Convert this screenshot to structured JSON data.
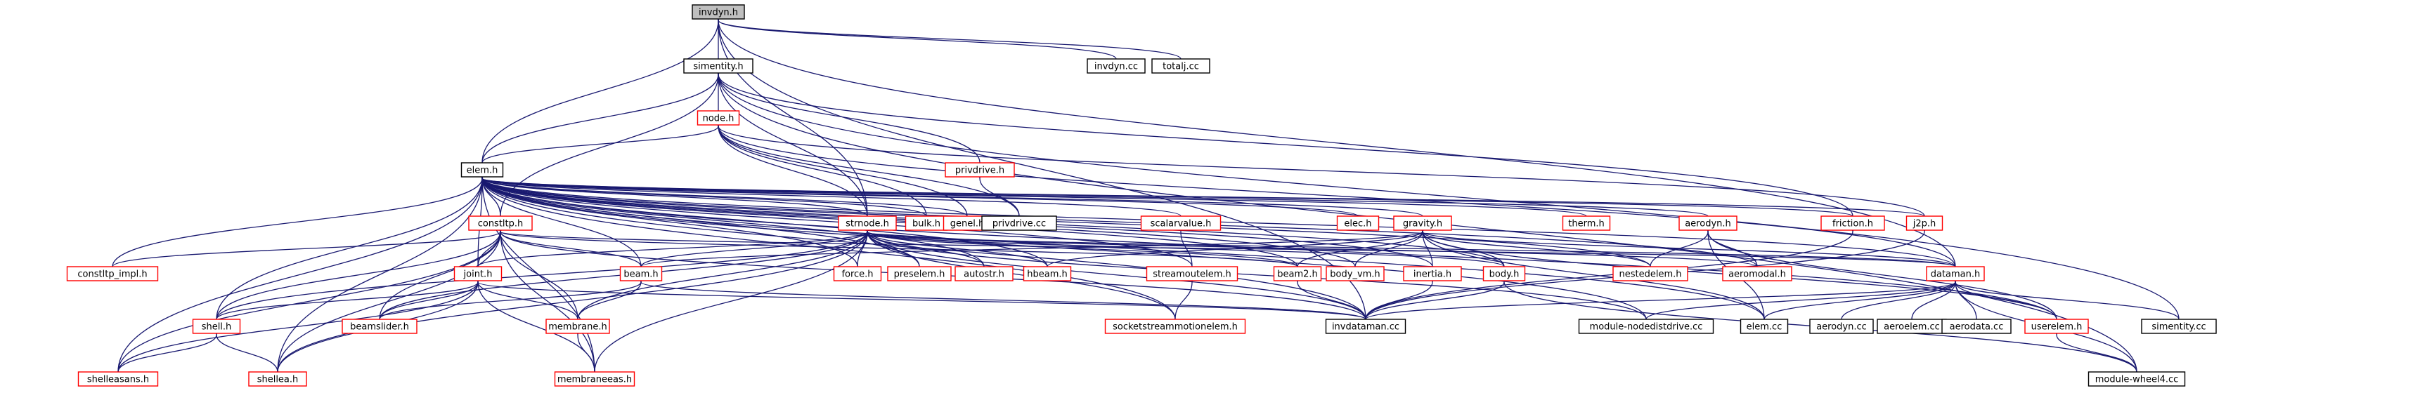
{
  "colors": {
    "edge": "#191970",
    "current_fill": "#bfbfbf",
    "current_border": "#000000",
    "link_border": "#ff0000",
    "plain_border": "#000000",
    "node_fill": "#ffffff"
  },
  "graph": {
    "nodes": [
      {
        "id": "invdyn_h",
        "label": "invdyn.h",
        "style": "current"
      },
      {
        "id": "simentity_h",
        "label": "simentity.h",
        "style": "plain"
      },
      {
        "id": "invdyn_cc",
        "label": "invdyn.cc",
        "style": "plain"
      },
      {
        "id": "totalj_cc",
        "label": "totalj.cc",
        "style": "plain"
      },
      {
        "id": "node_h",
        "label": "node.h",
        "style": "link"
      },
      {
        "id": "privdrive_h",
        "label": "privdrive.h",
        "style": "link"
      },
      {
        "id": "elem_h",
        "label": "elem.h",
        "style": "plain"
      },
      {
        "id": "bulk_h",
        "label": "bulk.h",
        "style": "link"
      },
      {
        "id": "genel_h",
        "label": "genel.h",
        "style": "link"
      },
      {
        "id": "privdrive_cc",
        "label": "privdrive.cc",
        "style": "plain"
      },
      {
        "id": "constltp_h",
        "label": "constltp.h",
        "style": "link"
      },
      {
        "id": "strnode_h",
        "label": "strnode.h",
        "style": "link"
      },
      {
        "id": "scalarvalue_h",
        "label": "scalarvalue.h",
        "style": "link"
      },
      {
        "id": "elec_h",
        "label": "elec.h",
        "style": "link"
      },
      {
        "id": "gravity_h",
        "label": "gravity.h",
        "style": "link"
      },
      {
        "id": "therm_h",
        "label": "therm.h",
        "style": "link"
      },
      {
        "id": "aerodyn_h",
        "label": "aerodyn.h",
        "style": "link"
      },
      {
        "id": "friction_h",
        "label": "friction.h",
        "style": "link"
      },
      {
        "id": "j2p_h",
        "label": "j2p.h",
        "style": "link"
      },
      {
        "id": "constltp_impl_h",
        "label": "constltp_impl.h",
        "style": "link"
      },
      {
        "id": "joint_h",
        "label": "joint.h",
        "style": "link"
      },
      {
        "id": "beam_h",
        "label": "beam.h",
        "style": "link"
      },
      {
        "id": "force_h",
        "label": "force.h",
        "style": "link"
      },
      {
        "id": "preselem_h",
        "label": "preselem.h",
        "style": "link"
      },
      {
        "id": "autostr_h",
        "label": "autostr.h",
        "style": "link"
      },
      {
        "id": "hbeam_h",
        "label": "hbeam.h",
        "style": "link"
      },
      {
        "id": "streamoutelem_h",
        "label": "streamoutelem.h",
        "style": "link"
      },
      {
        "id": "beam2_h",
        "label": "beam2.h",
        "style": "link"
      },
      {
        "id": "body_vm_h",
        "label": "body_vm.h",
        "style": "link"
      },
      {
        "id": "inertia_h",
        "label": "inertia.h",
        "style": "link"
      },
      {
        "id": "body_h",
        "label": "body.h",
        "style": "link"
      },
      {
        "id": "nestedelem_h",
        "label": "nestedelem.h",
        "style": "link"
      },
      {
        "id": "aeromodal_h",
        "label": "aeromodal.h",
        "style": "link"
      },
      {
        "id": "dataman_h",
        "label": "dataman.h",
        "style": "link"
      },
      {
        "id": "shell_h",
        "label": "shell.h",
        "style": "link"
      },
      {
        "id": "beamslider_h",
        "label": "beamslider.h",
        "style": "link"
      },
      {
        "id": "membrane_h",
        "label": "membrane.h",
        "style": "link"
      },
      {
        "id": "socketstreammotionelem_h",
        "label": "socketstreammotionelem.h",
        "style": "link"
      },
      {
        "id": "invdataman_cc",
        "label": "invdataman.cc",
        "style": "plain"
      },
      {
        "id": "module_nodedistdrive_cc",
        "label": "module-nodedistdrive.cc",
        "style": "plain"
      },
      {
        "id": "elem_cc",
        "label": "elem.cc",
        "style": "plain"
      },
      {
        "id": "aerodyn_cc",
        "label": "aerodyn.cc",
        "style": "plain"
      },
      {
        "id": "aeroelem_cc",
        "label": "aeroelem.cc",
        "style": "plain"
      },
      {
        "id": "aerodata_cc",
        "label": "aerodata.cc",
        "style": "plain"
      },
      {
        "id": "userelem_h",
        "label": "userelem.h",
        "style": "link"
      },
      {
        "id": "simentity_cc",
        "label": "simentity.cc",
        "style": "plain"
      },
      {
        "id": "shelleasans_h",
        "label": "shelleasans.h",
        "style": "link"
      },
      {
        "id": "shellea_h",
        "label": "shellea.h",
        "style": "link"
      },
      {
        "id": "membraneeas_h",
        "label": "membraneeas.h",
        "style": "link"
      },
      {
        "id": "module_wheel4_cc",
        "label": "module-wheel4.cc",
        "style": "plain"
      }
    ],
    "edges": [
      [
        "invdyn_h",
        "simentity_h"
      ],
      [
        "invdyn_h",
        "invdyn_cc"
      ],
      [
        "invdyn_h",
        "totalj_cc"
      ],
      [
        "invdyn_h",
        "elem_h"
      ],
      [
        "invdyn_h",
        "invdataman_cc"
      ],
      [
        "invdyn_h",
        "dataman_h"
      ],
      [
        "invdyn_h",
        "strnode_h"
      ],
      [
        "simentity_h",
        "node_h"
      ],
      [
        "simentity_h",
        "privdrive_h"
      ],
      [
        "simentity_h",
        "elem_h"
      ],
      [
        "simentity_h",
        "simentity_cc"
      ],
      [
        "simentity_h",
        "module_wheel4_cc"
      ],
      [
        "simentity_h",
        "friction_h"
      ],
      [
        "simentity_h",
        "strnode_h"
      ],
      [
        "simentity_h",
        "constltp_h"
      ],
      [
        "node_h",
        "elem_h"
      ],
      [
        "node_h",
        "bulk_h"
      ],
      [
        "node_h",
        "genel_h"
      ],
      [
        "node_h",
        "privdrive_cc"
      ],
      [
        "node_h",
        "j2p_h"
      ],
      [
        "node_h",
        "dataman_h"
      ],
      [
        "node_h",
        "strnode_h"
      ],
      [
        "privdrive_h",
        "privdrive_cc"
      ],
      [
        "elem_h",
        "constltp_h"
      ],
      [
        "elem_h",
        "strnode_h"
      ],
      [
        "elem_h",
        "scalarvalue_h"
      ],
      [
        "elem_h",
        "elec_h"
      ],
      [
        "elem_h",
        "gravity_h"
      ],
      [
        "elem_h",
        "therm_h"
      ],
      [
        "elem_h",
        "aerodyn_h"
      ],
      [
        "elem_h",
        "bulk_h"
      ],
      [
        "elem_h",
        "genel_h"
      ],
      [
        "elem_h",
        "j2p_h"
      ],
      [
        "elem_h",
        "dataman_h"
      ],
      [
        "elem_h",
        "userelem_h"
      ],
      [
        "elem_h",
        "elem_cc"
      ],
      [
        "elem_h",
        "module_nodedistdrive_cc"
      ],
      [
        "elem_h",
        "invdataman_cc"
      ],
      [
        "elem_h",
        "beam_h"
      ],
      [
        "elem_h",
        "joint_h"
      ],
      [
        "elem_h",
        "shell_h"
      ],
      [
        "elem_h",
        "shelleasans_h"
      ],
      [
        "elem_h",
        "shellea_h"
      ],
      [
        "elem_h",
        "membraneeas_h"
      ],
      [
        "elem_h",
        "force_h"
      ],
      [
        "elem_h",
        "preselem_h"
      ],
      [
        "elem_h",
        "autostr_h"
      ],
      [
        "elem_h",
        "hbeam_h"
      ],
      [
        "elem_h",
        "streamoutelem_h"
      ],
      [
        "elem_h",
        "beam2_h"
      ],
      [
        "elem_h",
        "body_vm_h"
      ],
      [
        "elem_h",
        "inertia_h"
      ],
      [
        "elem_h",
        "body_h"
      ],
      [
        "elem_h",
        "nestedelem_h"
      ],
      [
        "elem_h",
        "aeromodal_h"
      ],
      [
        "elem_h",
        "socketstreammotionelem_h"
      ],
      [
        "elem_h",
        "friction_h"
      ],
      [
        "elem_h",
        "constltp_impl_h"
      ],
      [
        "constltp_h",
        "constltp_impl_h"
      ],
      [
        "constltp_h",
        "joint_h"
      ],
      [
        "constltp_h",
        "beam_h"
      ],
      [
        "constltp_h",
        "shell_h"
      ],
      [
        "constltp_h",
        "beamslider_h"
      ],
      [
        "constltp_h",
        "membrane_h"
      ],
      [
        "constltp_h",
        "shelleasans_h"
      ],
      [
        "constltp_h",
        "shellea_h"
      ],
      [
        "constltp_h",
        "invdataman_cc"
      ],
      [
        "constltp_h",
        "dataman_h"
      ],
      [
        "constltp_h",
        "beam2_h"
      ],
      [
        "constltp_h",
        "membraneeas_h"
      ],
      [
        "strnode_h",
        "joint_h"
      ],
      [
        "strnode_h",
        "beam_h"
      ],
      [
        "strnode_h",
        "force_h"
      ],
      [
        "strnode_h",
        "preselem_h"
      ],
      [
        "strnode_h",
        "autostr_h"
      ],
      [
        "strnode_h",
        "hbeam_h"
      ],
      [
        "strnode_h",
        "beam2_h"
      ],
      [
        "strnode_h",
        "body_h"
      ],
      [
        "strnode_h",
        "dataman_h"
      ],
      [
        "strnode_h",
        "aeromodal_h"
      ],
      [
        "strnode_h",
        "shell_h"
      ],
      [
        "strnode_h",
        "membrane_h"
      ],
      [
        "strnode_h",
        "socketstreammotionelem_h"
      ],
      [
        "strnode_h",
        "invdataman_cc"
      ],
      [
        "strnode_h",
        "module_nodedistdrive_cc"
      ],
      [
        "strnode_h",
        "beamslider_h"
      ],
      [
        "strnode_h",
        "membraneeas_h"
      ],
      [
        "strnode_h",
        "shellea_h"
      ],
      [
        "scalarvalue_h",
        "streamoutelem_h"
      ],
      [
        "gravity_h",
        "beam_h"
      ],
      [
        "gravity_h",
        "beam2_h"
      ],
      [
        "gravity_h",
        "body_vm_h"
      ],
      [
        "gravity_h",
        "inertia_h"
      ],
      [
        "gravity_h",
        "body_h"
      ],
      [
        "gravity_h",
        "hbeam_h"
      ],
      [
        "gravity_h",
        "nestedelem_h"
      ],
      [
        "gravity_h",
        "elem_cc"
      ],
      [
        "gravity_h",
        "userelem_h"
      ],
      [
        "gravity_h",
        "dataman_h"
      ],
      [
        "aerodyn_h",
        "nestedelem_h"
      ],
      [
        "aerodyn_h",
        "aeromodal_h"
      ],
      [
        "aerodyn_h",
        "elem_cc"
      ],
      [
        "aerodyn_h",
        "userelem_h"
      ],
      [
        "friction_h",
        "invdataman_cc"
      ],
      [
        "j2p_h",
        "invdataman_cc"
      ],
      [
        "joint_h",
        "shell_h"
      ],
      [
        "joint_h",
        "beamslider_h"
      ],
      [
        "joint_h",
        "membrane_h"
      ],
      [
        "joint_h",
        "shelleasans_h"
      ],
      [
        "joint_h",
        "shellea_h"
      ],
      [
        "joint_h",
        "membraneeas_h"
      ],
      [
        "joint_h",
        "invdataman_cc"
      ],
      [
        "beam_h",
        "beamslider_h"
      ],
      [
        "beam_h",
        "membrane_h"
      ],
      [
        "beam_h",
        "invdataman_cc"
      ],
      [
        "streamoutelem_h",
        "socketstreammotionelem_h"
      ],
      [
        "beam2_h",
        "invdataman_cc"
      ],
      [
        "inertia_h",
        "invdataman_cc"
      ],
      [
        "body_h",
        "invdataman_cc"
      ],
      [
        "body_h",
        "module_wheel4_cc"
      ],
      [
        "dataman_h",
        "invdataman_cc"
      ],
      [
        "dataman_h",
        "module_nodedistdrive_cc"
      ],
      [
        "dataman_h",
        "elem_cc"
      ],
      [
        "dataman_h",
        "aerodyn_cc"
      ],
      [
        "dataman_h",
        "aeroelem_cc"
      ],
      [
        "dataman_h",
        "aerodata_cc"
      ],
      [
        "dataman_h",
        "userelem_h"
      ],
      [
        "dataman_h",
        "simentity_cc"
      ],
      [
        "dataman_h",
        "module_wheel4_cc"
      ],
      [
        "shell_h",
        "shelleasans_h"
      ],
      [
        "shell_h",
        "shellea_h"
      ],
      [
        "membrane_h",
        "membraneeas_h"
      ],
      [
        "userelem_h",
        "module_wheel4_cc"
      ]
    ]
  }
}
